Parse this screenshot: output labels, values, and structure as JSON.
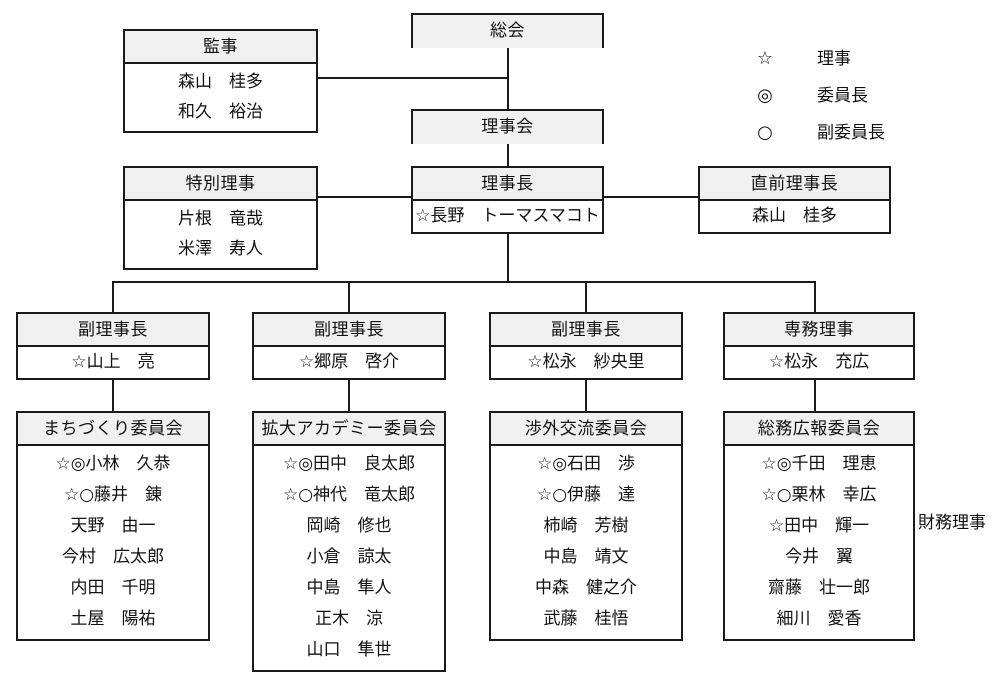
{
  "legend": {
    "items": [
      {
        "symbol": "☆",
        "label": "理事"
      },
      {
        "symbol": "◎",
        "label": "委員長"
      },
      {
        "symbol": "○",
        "label": "副委員長"
      }
    ]
  },
  "nodes": {
    "general_assembly": {
      "title": "総会",
      "members": []
    },
    "board": {
      "title": "理事会",
      "members": []
    },
    "auditors": {
      "title": "監事",
      "members": [
        "森山　桂多",
        "和久　裕治"
      ]
    },
    "special_director": {
      "title": "特別理事",
      "members": [
        "片根　竜哉",
        "米澤　寿人"
      ]
    },
    "president": {
      "title": "理事長",
      "members": [
        "☆長野　トーマスマコト"
      ]
    },
    "immediate_past_president": {
      "title": "直前理事長",
      "members": [
        "森山　桂多"
      ]
    },
    "vice_president_1": {
      "title": "副理事長",
      "members": [
        "☆山上　亮"
      ]
    },
    "vice_president_2": {
      "title": "副理事長",
      "members": [
        "☆郷原　啓介"
      ]
    },
    "vice_president_3": {
      "title": "副理事長",
      "members": [
        "☆松永　紗央里"
      ]
    },
    "executive_director": {
      "title": "専務理事",
      "members": [
        "☆松永　充広"
      ]
    },
    "committee_machizukuri": {
      "title": "まちづくり委員会",
      "members": [
        "☆◎小林　久恭",
        "☆○藤井　錬",
        "天野　由一",
        "今村　広太郎",
        "内田　千明",
        "土屋　陽祐"
      ]
    },
    "committee_academy": {
      "title": "拡大アカデミー委員会",
      "members": [
        "☆◎田中　良太郎",
        "☆○神代　竜太郎",
        "岡崎　修也",
        "小倉　諒太",
        "中島　隼人",
        "正木　涼",
        "山口　隼世"
      ]
    },
    "committee_shogai": {
      "title": "渉外交流委員会",
      "members": [
        "☆◎石田　渉",
        "☆○伊藤　達",
        "柿崎　芳樹",
        "中島　靖文",
        "中森　健之介",
        "武藤　桂悟"
      ]
    },
    "committee_soumu": {
      "title": "総務広報委員会",
      "members": [
        "☆◎千田　理恵",
        "☆○栗林　幸広",
        "☆田中　輝一",
        "今井　翼",
        "齋藤　壮一郎",
        "細川　愛香"
      ]
    }
  },
  "annotations": {
    "finance_director": "財務理事"
  },
  "colors": {
    "line": "#1a1a1a",
    "header_fill": "#f0f0f0",
    "box_fill": "#ffffff",
    "text": "#111111"
  }
}
